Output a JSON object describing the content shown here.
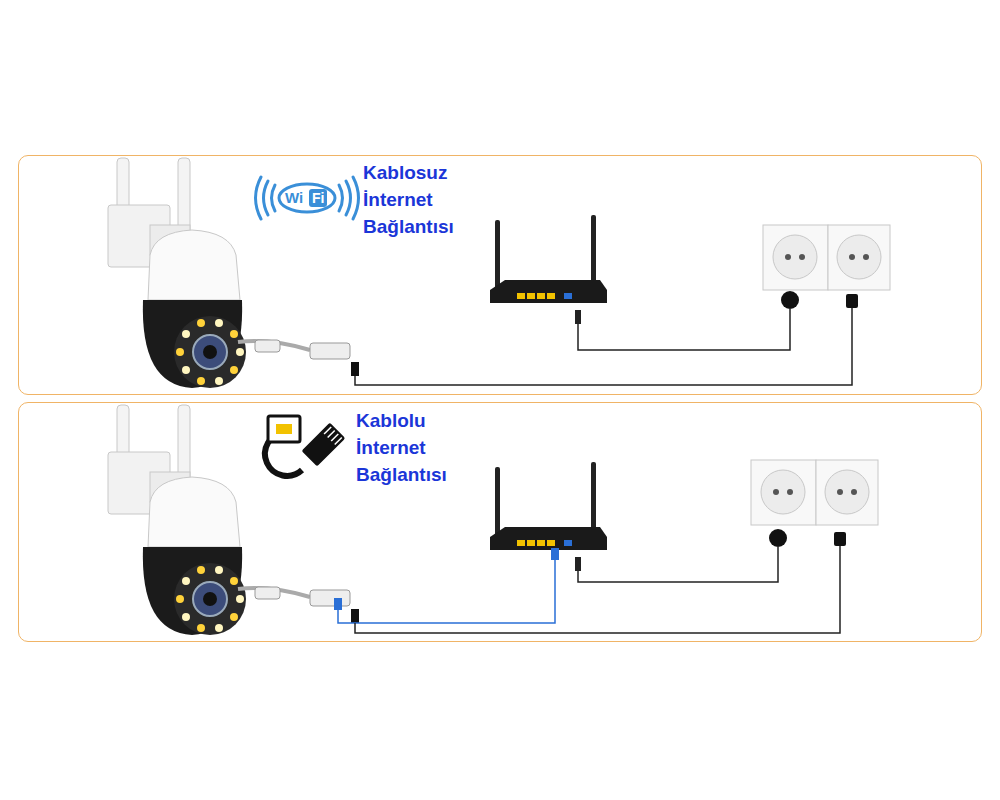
{
  "diagram": {
    "nodes": [
      {
        "text": [
          "Kablosuz İnternet Bağlantısı"
        ]
      },
      {
        "text": [
          "Kablolu İnternet Bağlantısı"
        ]
      }
    ],
    "edges": [],
    "labels": [
      "Wi",
      "Fi"
    ]
  }
}
